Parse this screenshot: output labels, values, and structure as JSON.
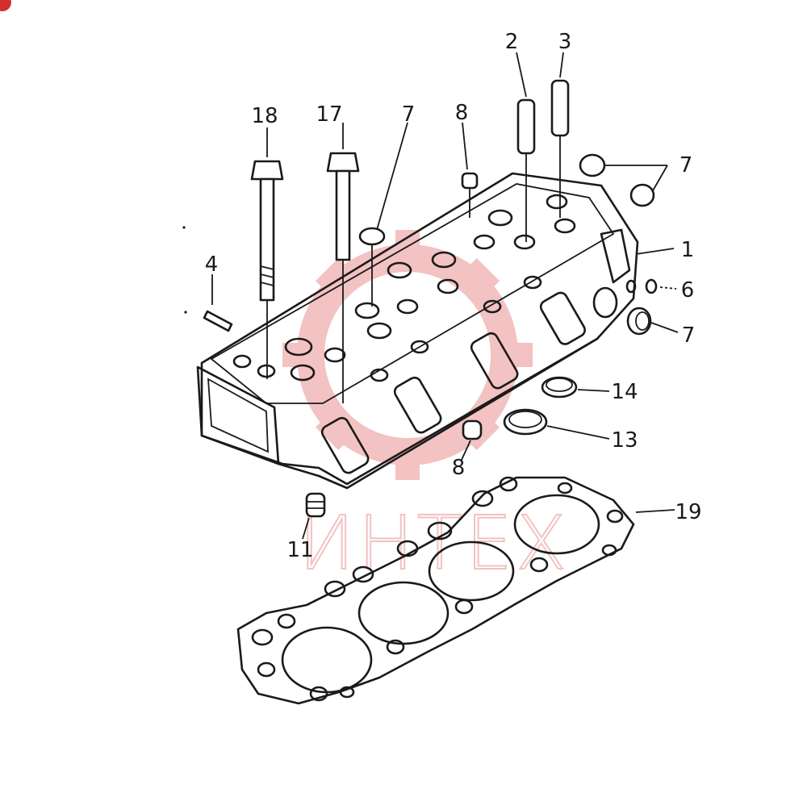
{
  "diagram": {
    "watermark": {
      "text": "ИНТЕХ",
      "color": "#f2b8b8"
    },
    "ink_color": "#1a1a1a",
    "callouts": [
      {
        "id": "c18",
        "label": "18"
      },
      {
        "id": "c17",
        "label": "17"
      },
      {
        "id": "c7a",
        "label": "7"
      },
      {
        "id": "c8a",
        "label": "8"
      },
      {
        "id": "c2",
        "label": "2"
      },
      {
        "id": "c3",
        "label": "3"
      },
      {
        "id": "c7b",
        "label": "7"
      },
      {
        "id": "c1",
        "label": "1"
      },
      {
        "id": "c6",
        "label": "6"
      },
      {
        "id": "c7c",
        "label": "7"
      },
      {
        "id": "c4",
        "label": "4"
      },
      {
        "id": "c14",
        "label": "14"
      },
      {
        "id": "c13",
        "label": "13"
      },
      {
        "id": "c8b",
        "label": "8"
      },
      {
        "id": "c19",
        "label": "19"
      },
      {
        "id": "c11",
        "label": "11"
      }
    ]
  }
}
